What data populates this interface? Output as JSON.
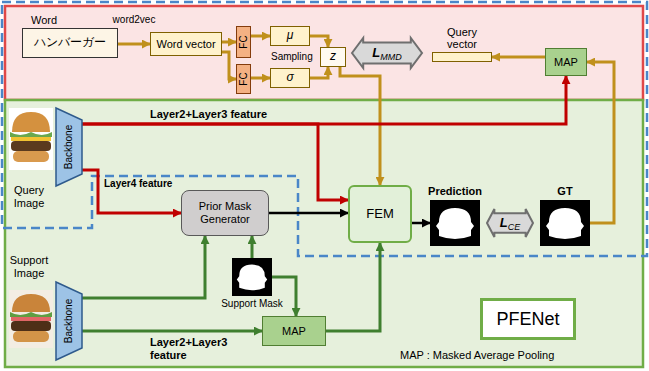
{
  "diagram": {
    "nodes": [
      {
        "text": [
          "Word",
          "ハンバーガー"
        ]
      },
      {
        "text": [
          "Word vector"
        ]
      },
      {
        "text": [
          "FC"
        ]
      },
      {
        "text": [
          "FC"
        ]
      },
      {
        "text": [
          "μ"
        ]
      },
      {
        "text": [
          "σ"
        ]
      },
      {
        "text": [
          "z"
        ]
      },
      {
        "text": [
          "L",
          "MMD"
        ]
      },
      {
        "text": [
          "Query vector"
        ]
      },
      {
        "text": [
          "MAP"
        ]
      },
      {
        "text": [
          "Backbone"
        ]
      },
      {
        "text": [
          "Prior Mask Generator"
        ]
      },
      {
        "text": [
          "FEM"
        ]
      },
      {
        "text": [
          "Prediction"
        ]
      },
      {
        "text": [
          "L",
          "CE"
        ]
      },
      {
        "text": [
          "GT"
        ]
      },
      {
        "text": [
          "Support Mask"
        ]
      },
      {
        "text": [
          "Backbone"
        ]
      },
      {
        "text": [
          "MAP"
        ]
      },
      {
        "text": [
          "PFENet"
        ]
      }
    ],
    "edges": [
      {
        "from": 0,
        "to": 1,
        "label": "word2vec",
        "arrow": "to"
      },
      {
        "from": 1,
        "to": 2,
        "arrow": "to"
      },
      {
        "from": 1,
        "to": 3,
        "arrow": "to"
      },
      {
        "from": 2,
        "to": 4,
        "arrow": "to"
      },
      {
        "from": 3,
        "to": 5,
        "arrow": "to"
      },
      {
        "from": 4,
        "to": 6,
        "arrow": "to"
      },
      {
        "from": 5,
        "to": 6,
        "arrow": "to"
      },
      {
        "from": 9,
        "to": 8,
        "arrow": "to"
      },
      {
        "from": 15,
        "to": 9,
        "arrow": "to"
      },
      {
        "from": 6,
        "to": 12,
        "arrow": "to"
      },
      {
        "from": 10,
        "to": 12,
        "arrow": "to"
      },
      {
        "from": 10,
        "to": 9,
        "arrow": "to"
      },
      {
        "from": 10,
        "to": 11,
        "arrow": "to"
      },
      {
        "from": 17,
        "to": 11,
        "arrow": "to"
      },
      {
        "from": 17,
        "to": 18,
        "arrow": "to"
      },
      {
        "from": 16,
        "to": 11,
        "arrow": "to"
      },
      {
        "from": 16,
        "to": 18,
        "arrow": "to"
      },
      {
        "from": 11,
        "to": 12,
        "arrow": "to"
      },
      {
        "from": 18,
        "to": 12,
        "arrow": "to"
      },
      {
        "from": 12,
        "to": 13,
        "arrow": "to"
      }
    ],
    "labels": [
      "Sampling",
      "Layer2+Layer3 feature",
      "Layer4 feature",
      "Query Image",
      "Support Image",
      "Layer2+Layer3 feature",
      "MAP : Masked Average Pooling"
    ]
  }
}
